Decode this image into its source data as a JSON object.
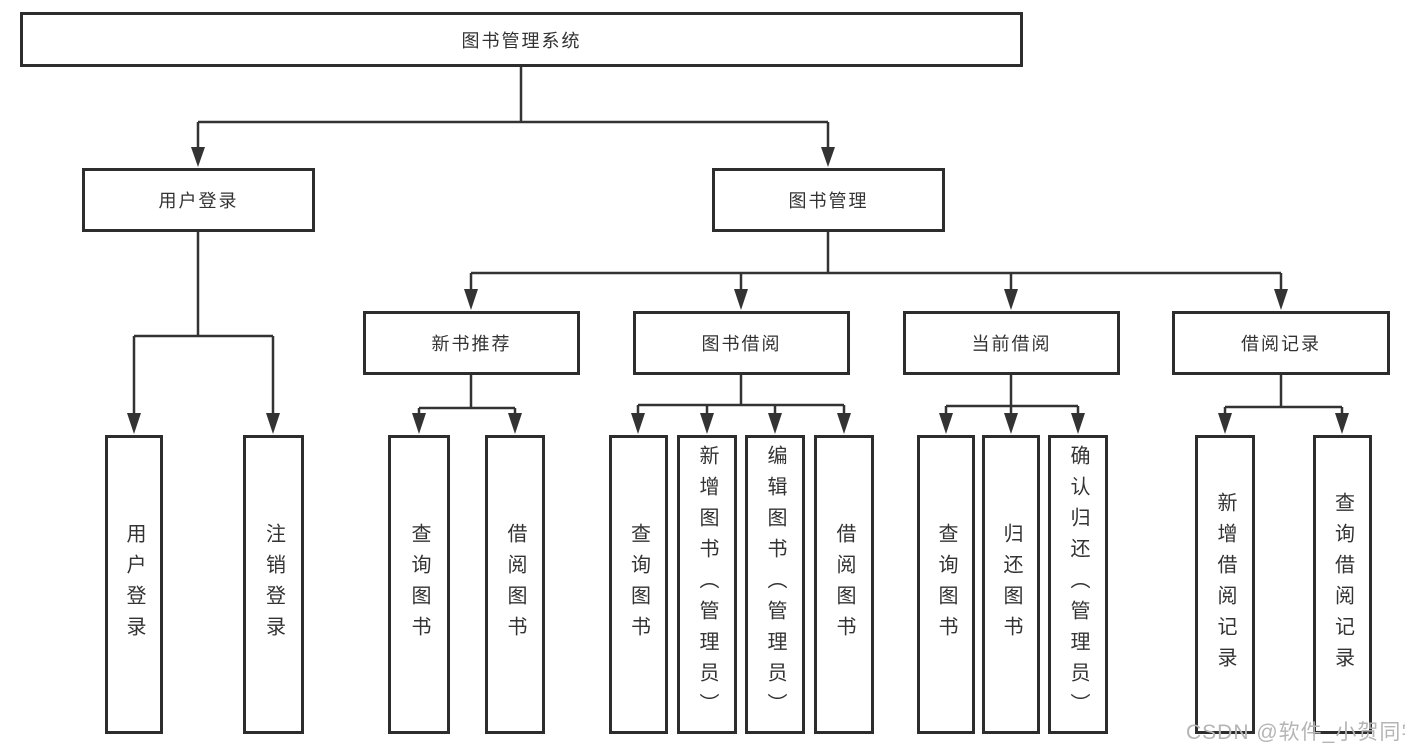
{
  "colors": {
    "background": "#ffffff",
    "box_border": "#2d2d2d",
    "line": "#333333",
    "text": "#333333",
    "watermark_text": "#b5b5b5"
  },
  "tree": {
    "root": "图书管理系统",
    "level2": [
      {
        "label": "用户登录",
        "leaves": [
          "用户登录",
          "注销登录"
        ]
      },
      {
        "label": "图书管理",
        "groups": [
          {
            "label": "新书推荐",
            "leaves": [
              "查询图书",
              "借阅图书"
            ]
          },
          {
            "label": "图书借阅",
            "leaves": [
              "查询图书",
              "新增图书（管理员）",
              "编辑图书（管理员）",
              "借阅图书"
            ]
          },
          {
            "label": "当前借阅",
            "leaves": [
              "查询图书",
              "归还图书",
              "确认归还（管理员）"
            ]
          },
          {
            "label": "借阅记录",
            "leaves": [
              "新增借阅记录",
              "查询借阅记录"
            ]
          }
        ]
      }
    ]
  },
  "watermark": "CSDN @软件_小贺同学"
}
